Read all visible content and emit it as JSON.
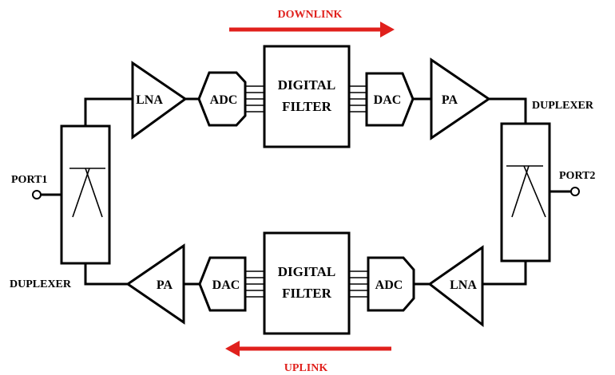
{
  "labels": {
    "downlink": "DOWNLINK",
    "uplink": "UPLINK",
    "port1": "PORT1",
    "port2": "PORT2",
    "duplexer_right": "DUPLEXER",
    "duplexer_left": "DUPLEXER",
    "top": {
      "lna": "LNA",
      "adc": "ADC",
      "filter_line1": "DIGITAL",
      "filter_line2": "FILTER",
      "dac": "DAC",
      "pa": "PA"
    },
    "bottom": {
      "pa": "PA",
      "dac": "DAC",
      "filter_line1": "DIGITAL",
      "filter_line2": "FILTER",
      "adc": "ADC",
      "lna": "LNA"
    }
  },
  "colors": {
    "arrow": "#e0201c",
    "line": "#000000"
  }
}
